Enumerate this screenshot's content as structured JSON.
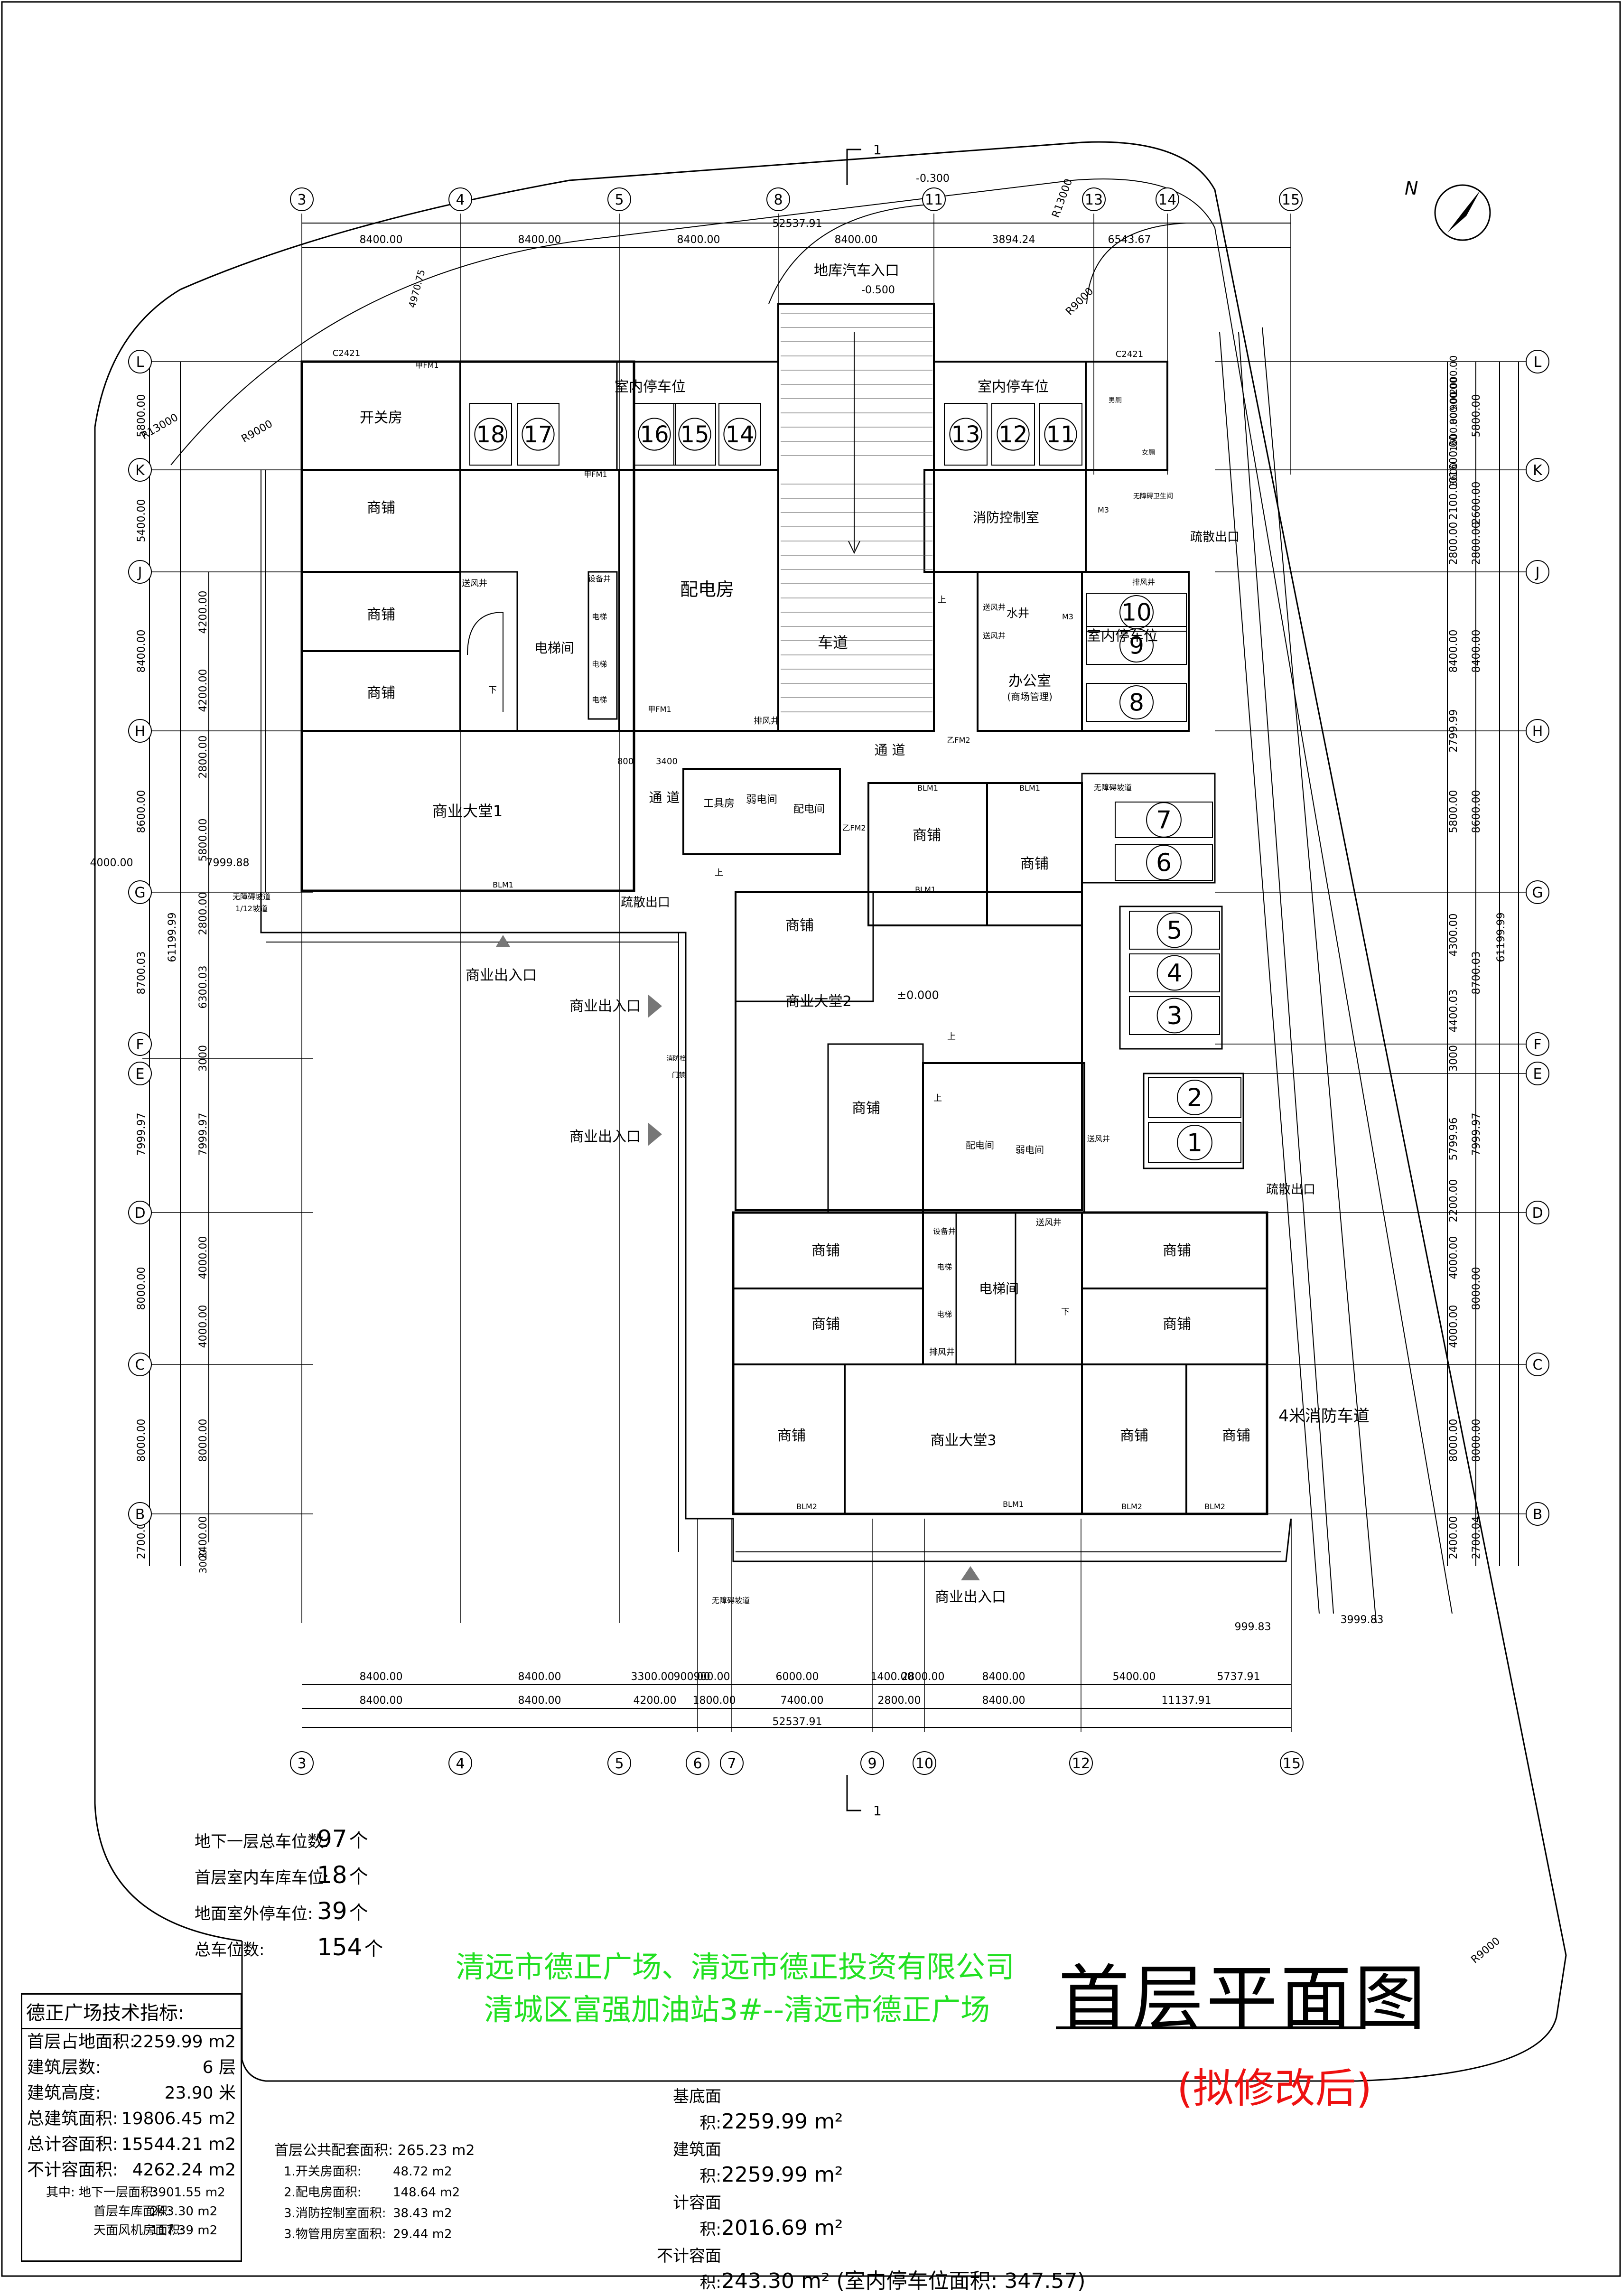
{
  "axis_numbers_top": [
    "3",
    "4",
    "5",
    "8",
    "11",
    "13",
    "14",
    "15"
  ],
  "axis_numbers_bottom": [
    "3",
    "4",
    "5",
    "6",
    "7",
    "9",
    "10",
    "12",
    "15"
  ],
  "axis_letters": [
    "L",
    "K",
    "J",
    "H",
    "G",
    "F",
    "E",
    "D",
    "C",
    "B"
  ],
  "dims_top": {
    "total": "52537.91",
    "spans": [
      "8400.00",
      "8400.00",
      "8400.00",
      "8400.00",
      "3894.24",
      "6543.67"
    ]
  },
  "dims_bottom_row1": [
    "8400.00",
    "8400.00",
    "3300.00",
    "900.00",
    "900.00",
    "6000.00",
    "1400.00",
    "2800.00",
    "8400.00",
    "5400.00",
    "5737.91"
  ],
  "dims_bottom_row2": [
    "8400.00",
    "8400.00",
    "4200.00",
    "1800.00",
    "7400.00",
    "2800.00",
    "8400.00",
    "11137.91"
  ],
  "dims_bottom_total": "52537.91",
  "dims_left_outer": [
    "5800.00",
    "5400.00",
    "8400.00",
    "8600.00",
    "8700.03",
    "7999.97",
    "8000.00",
    "8000.00",
    "2700.04"
  ],
  "dims_left_inner": [
    "4200.00",
    "4200.00",
    "2800.00",
    "5800.00",
    "2800.00",
    "6300.03",
    "3000",
    "7999.97",
    "4000.00",
    "4000.00",
    "8000.00",
    "2400.00"
  ],
  "dims_left_total": "61199.99",
  "dims_left_misc": [
    "4000.00",
    "7999.88",
    "3000"
  ],
  "dims_right_outer": [
    "5800.00",
    "2600.00",
    "2800.00",
    "8400.00",
    "8600.00",
    "8700.03",
    "7999.97",
    "8000.00",
    "8000.00",
    "2700.04"
  ],
  "dims_right_inner": [
    "1600.00",
    "2100.00",
    "2800.00",
    "8400.00",
    "2799.99",
    "5800.00",
    "4300.00",
    "4400.03",
    "3000",
    "5799.96",
    "2200.00",
    "4000.00",
    "4000.00",
    "8000.00",
    "2400.00"
  ],
  "dims_right_total": "61199.99",
  "dims_right_top_stack": [
    "2000.00",
    "900.00",
    "800.00",
    "1600.00",
    "3600"
  ],
  "dims_bottom_right": [
    "999.83",
    "3999.83"
  ],
  "radius_labels": [
    "R13000",
    "R9000",
    "R13000",
    "R9000",
    "R9000"
  ],
  "misc_labels": {
    "section_mark": "1",
    "elev_ramp_top": "-0.300",
    "elev_ramp": "-0.500",
    "elev_ground": "±0.000",
    "width_4970": "4970.75",
    "dim_800": "800",
    "dim_3400": "3400"
  },
  "rooms": {
    "switch_room": "开关房",
    "shop": "商铺",
    "elevator_hall": "电梯间",
    "power_room": "配电房",
    "lane": "车道",
    "indoor_parking": "室内停车位",
    "fire_control": "消防控制室",
    "water_well": "水井",
    "office": "办公室",
    "office_sub": "(商场管理)",
    "hall1": "商业大堂1",
    "hall2": "商业大堂2",
    "hall3": "商业大堂3",
    "corridor": "通 道",
    "evac_exit": "疏散出口",
    "tool_room": "工具房",
    "weak_room": "弱电间",
    "dist_room": "配电间",
    "shop_entry": "商业出入口",
    "basement_entry": "地库汽车入口",
    "fire_lane": "4米消防车道",
    "vent": "送风井",
    "exhaust": "排风井",
    "equip": "设备井",
    "elevator": "电梯",
    "toilet_m": "男厕",
    "toilet_f": "女厕",
    "accessible_toilet": "无障碍卫生间",
    "accessible_ramp": "无障碍坡道",
    "ramp_slope": "1/12坡道",
    "c2421": "C2421",
    "m3": "M3",
    "fm1": "甲FM1",
    "blm1": "BLM1",
    "blm2": "BLM2",
    "fm2": "乙FM2",
    "fire_hydrant": "消防栓",
    "up": "上",
    "down": "下",
    "gate": "门禁"
  },
  "parking_numbers": [
    "1",
    "2",
    "3",
    "4",
    "5",
    "6",
    "7",
    "8",
    "9",
    "10",
    "11",
    "12",
    "13",
    "14",
    "15",
    "16",
    "17",
    "18"
  ],
  "parking_summary": [
    {
      "label": "地下一层总车位数:",
      "value": "97",
      "unit": "个"
    },
    {
      "label": "首层室内车库车位:",
      "value": "18",
      "unit": "个"
    },
    {
      "label": "地面室外停车位:",
      "value": "39",
      "unit": "个"
    },
    {
      "label": "总车位数:",
      "value": "154",
      "unit": "个"
    }
  ],
  "project_names": [
    "清远市德正广场、清远市德正投资有限公司",
    "清城区富强加油站3#--清远市德正广场"
  ],
  "sheet_title": "首层平面图",
  "revised_note": "(拟修改后)",
  "tech": {
    "title": "德正广场技术指标:",
    "rows": [
      {
        "k": "首层占地面积:",
        "v": "2259.99 m2"
      },
      {
        "k": "建筑层数:",
        "v": "6 层"
      },
      {
        "k": "建筑高度:",
        "v": "23.90 米"
      },
      {
        "k": "总建筑面积:",
        "v": "19806.45 m2"
      },
      {
        "k": "总计容面积:",
        "v": "15544.21 m2"
      },
      {
        "k": "不计容面积:",
        "v": "4262.24 m2"
      }
    ],
    "sub": [
      {
        "k": "其中: 地下一层面积:",
        "v": "3901.55 m2"
      },
      {
        "k": "首层车库面积:",
        "v": "243.30 m2"
      },
      {
        "k": "天面风机房面积:",
        "v": "117.39 m2"
      }
    ]
  },
  "public_area": {
    "title": "首层公共配套面积: 265.23 m2",
    "items": [
      {
        "k": "1.开关房面积:",
        "v": "48.72 m2"
      },
      {
        "k": "2.配电房面积:",
        "v": "148.64 m2"
      },
      {
        "k": "3.消防控制室面积:",
        "v": "38.43 m2"
      },
      {
        "k": "3.物管用房室面积:",
        "v": "29.44 m2"
      }
    ]
  },
  "areas": [
    {
      "label": "基底面积:",
      "value": "2259.99 m²"
    },
    {
      "label": "建筑面积:",
      "value": "2259.99 m²"
    },
    {
      "label": "计容面积:",
      "value": "2016.69 m²"
    },
    {
      "label": "不计容面积:",
      "value": "243.30 m² (室内停车位面积: 347.57)"
    }
  ],
  "colors": {
    "line": "#000000",
    "project_text": "#22e022",
    "revised_text": "#ee1111"
  }
}
